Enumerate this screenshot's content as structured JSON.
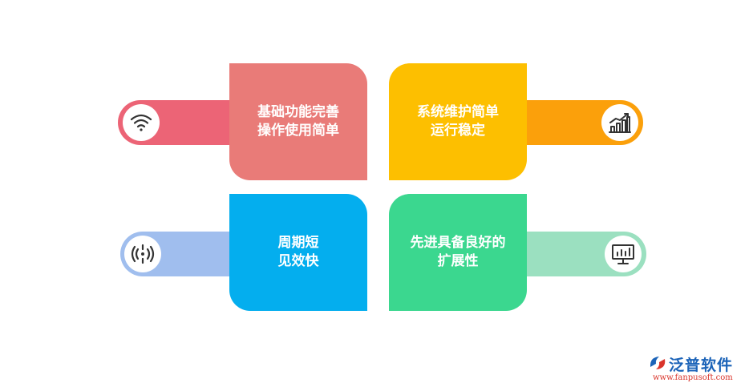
{
  "colors": {
    "red_card": "#E97B78",
    "red_bar": "#EC6476",
    "yellow_card": "#FDBF00",
    "yellow_bar": "#FBA00B",
    "blue_card": "#04AEEE",
    "blue_bar": "#A0BEEE",
    "green_card": "#3BD78F",
    "green_bar": "#9BE0C0"
  },
  "cards": {
    "top_left": {
      "lines": [
        "基础功能完善",
        "操作使用简单"
      ],
      "icon": "wifi-icon"
    },
    "top_right": {
      "lines": [
        "系统维护简单",
        "运行稳定"
      ],
      "icon": "bar-chart-icon"
    },
    "bottom_left": {
      "lines": [
        "周期短",
        "见效快"
      ],
      "icon": "broadcast-icon"
    },
    "bottom_right": {
      "lines": [
        "先进具备良好的",
        "扩展性"
      ],
      "icon": "monitor-chart-icon"
    }
  },
  "logo": {
    "name": "泛普软件",
    "url": "www.fanpusoft.com",
    "icon": "fanpu-logo-icon"
  }
}
